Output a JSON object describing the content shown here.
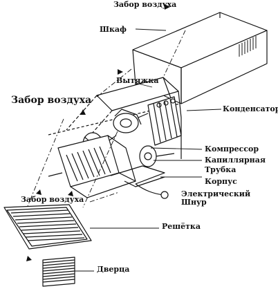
{
  "diagram": {
    "labels": {
      "air_intake_top": "Забор воздуха",
      "cabinet": "Шкаф",
      "exhaust": "Вытяжка",
      "air_intake_left": "Забор воздуха",
      "condenser": "Конденсатор",
      "compressor": "Компрессор",
      "capillary_tube_line1": "Капиллярная",
      "capillary_tube_line2": "Трубка",
      "housing": "Корпус",
      "power_cord": "Электрический\nШнур",
      "air_intake_bottom": "Забор воздуха",
      "grille": "Решётка",
      "door": "Дверца"
    },
    "colors": {
      "ink": "#111111",
      "background": "#ffffff"
    }
  }
}
